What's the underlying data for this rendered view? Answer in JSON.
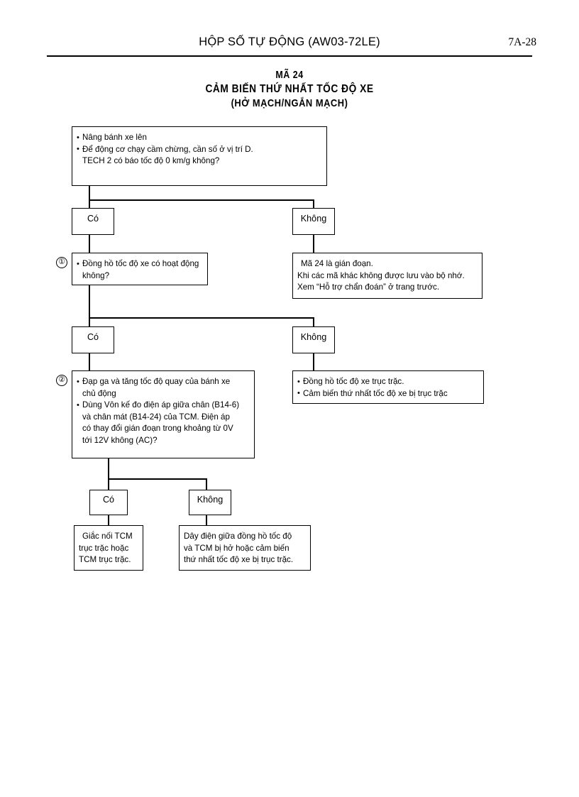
{
  "header": {
    "title": "HỘP SỐ TỰ ĐỘNG (AW03-72LE)",
    "page_number": "7A-28"
  },
  "doc_title": {
    "line1": "MÃ 24",
    "line2": "CẢM BIẾN THỨ NHẤT TỐC ĐỘ XE",
    "line3": "(HỞ MẠCH/NGẮN MẠCH)"
  },
  "flowchart": {
    "start_box": {
      "bullet1": "Nâng bánh xe lên",
      "bullet2": "Để động cơ chạy cầm chừng, cần số ở vị trí D.",
      "bullet2_cont": "TECH 2 có báo tốc độ 0 km/g không?"
    },
    "decision1": {
      "yes": "Có",
      "no": "Không"
    },
    "step1": {
      "marker": "①",
      "line1": "Đồng hồ tốc độ xe có hoạt động",
      "line2": "không?"
    },
    "result1": {
      "line1": "Mã 24 là gián đoạn.",
      "line2": "Khi các mã khác không được lưu vào bộ nhớ.",
      "line3": "Xem “Hỗ trợ chẩn đoán” ở trang trước."
    },
    "decision2": {
      "yes": "Có",
      "no": "Không"
    },
    "step2": {
      "marker": "②",
      "bullet1": "Đạp ga và tăng tốc độ quay của bánh xe",
      "bullet1_cont": "chủ động",
      "bullet2": "Dùng Vôn kế đo điện áp giữa chân (B14-6)",
      "bullet2_cont1": "và chân mát (B14-24) của TCM. Điện áp",
      "bullet2_cont2": "có thay đổi gián đoạn trong khoảng từ 0V",
      "bullet2_cont3": "tới 12V không (AC)?"
    },
    "result2": {
      "bullet1": "Đồng hồ tốc độ xe trục trặc.",
      "bullet2": "Cảm biến thứ nhất tốc độ xe bị trục trặc"
    },
    "decision3": {
      "yes": "Có",
      "no": "Không"
    },
    "result_yes": {
      "line1": "Giắc nối TCM",
      "line2": "trục trặc hoặc",
      "line3": "TCM trục trặc."
    },
    "result_no": {
      "line1": "Dây điện giữa đồng hồ tốc độ",
      "line2": "và TCM bị hở hoặc cảm biến",
      "line3": "thứ nhất tốc độ xe bị trục trặc."
    }
  }
}
